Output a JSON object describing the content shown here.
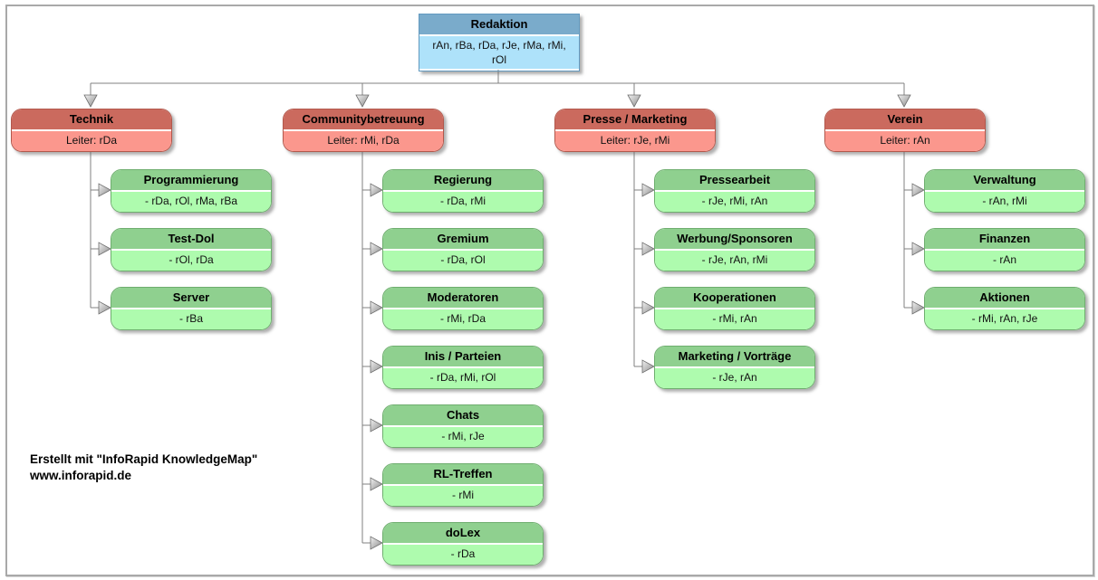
{
  "diagram": {
    "tool_note": "Erstellt mit \"InfoRapid KnowledgeMap\"",
    "tool_url": "www.inforapid.de",
    "root": {
      "title": "Redaktion",
      "members": "rAn, rBa, rDa, rJe, rMa, rMi, rOl"
    },
    "branches": [
      {
        "title": "Technik",
        "leader": "Leiter: rDa",
        "children": [
          {
            "title": "Programmierung",
            "members": "- rDa, rOl, rMa, rBa"
          },
          {
            "title": "Test-Dol",
            "members": "- rOl, rDa"
          },
          {
            "title": "Server",
            "members": "- rBa"
          }
        ]
      },
      {
        "title": "Communitybetreuung",
        "leader": "Leiter: rMi, rDa",
        "children": [
          {
            "title": "Regierung",
            "members": "- rDa, rMi"
          },
          {
            "title": "Gremium",
            "members": "- rDa, rOl"
          },
          {
            "title": "Moderatoren",
            "members": "- rMi, rDa"
          },
          {
            "title": "Inis / Parteien",
            "members": "- rDa, rMi, rOl"
          },
          {
            "title": "Chats",
            "members": "- rMi, rJe"
          },
          {
            "title": "RL-Treffen",
            "members": "- rMi"
          },
          {
            "title": "doLex",
            "members": "- rDa"
          }
        ]
      },
      {
        "title": "Presse / Marketing",
        "leader": "Leiter: rJe, rMi",
        "children": [
          {
            "title": "Pressearbeit",
            "members": "- rJe, rMi, rAn"
          },
          {
            "title": "Werbung/Sponsoren",
            "members": "- rJe, rAn, rMi"
          },
          {
            "title": "Kooperationen",
            "members": "- rMi, rAn"
          },
          {
            "title": "Marketing / Vorträge",
            "members": "- rJe, rAn"
          }
        ]
      },
      {
        "title": "Verein",
        "leader": "Leiter: rAn",
        "children": [
          {
            "title": "Verwaltung",
            "members": "- rAn, rMi"
          },
          {
            "title": "Finanzen",
            "members": "- rAn"
          },
          {
            "title": "Aktionen",
            "members": "- rMi, rAn, rJe"
          }
        ]
      }
    ],
    "colors": {
      "root_header": "#7aabcb",
      "root_body": "#aee2fa",
      "branch_header": "#cb6a5e",
      "branch_body": "#fb978d",
      "child_header": "#8fd08f",
      "child_body": "#aefbae",
      "connector": "#808080",
      "frame_border": "#a9a9a9"
    }
  }
}
